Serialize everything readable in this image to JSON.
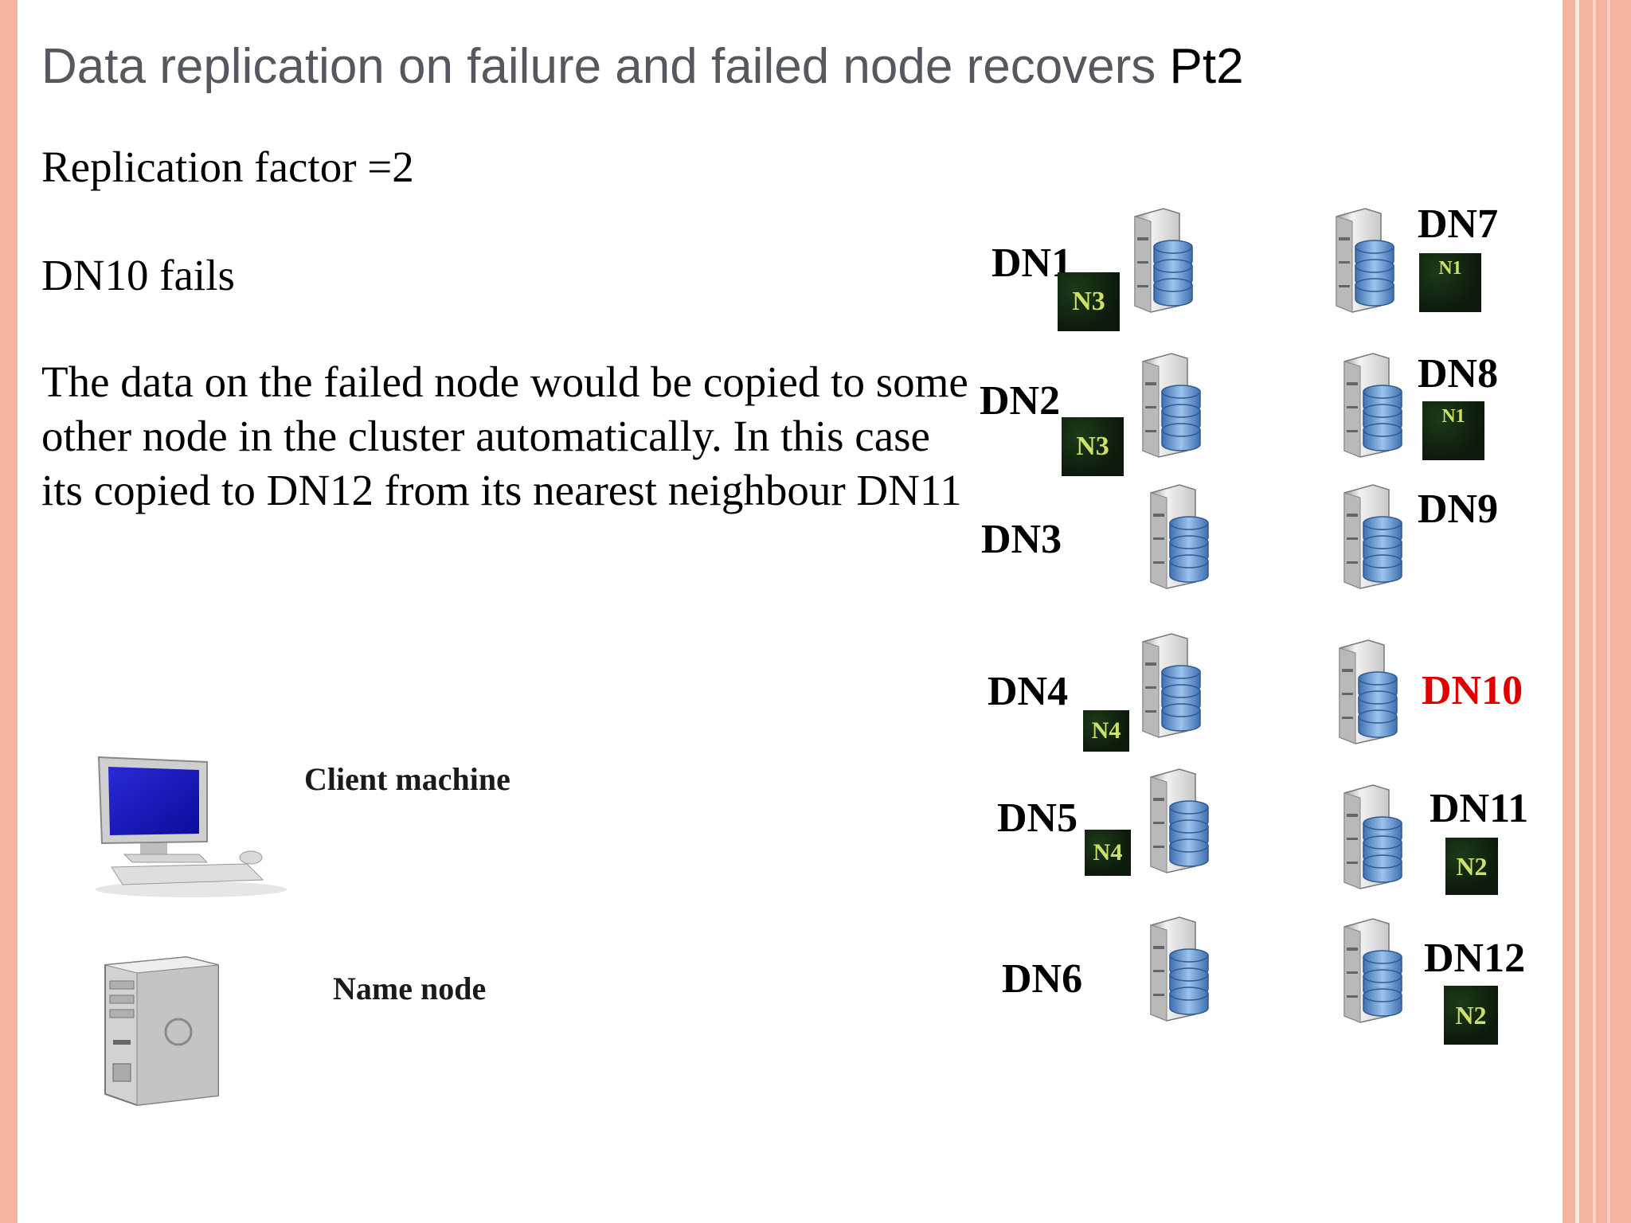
{
  "title": {
    "main": "Data replication on failure and failed node recovers ",
    "suffix": "Pt2"
  },
  "body": {
    "replication_factor": "Replication factor =2",
    "failure": "DN10 fails",
    "description": "The data on the failed node would be copied to some other node in the cluster automatically. In this case its copied to DN12 from its nearest neighbour DN11"
  },
  "left_figures": {
    "client_label": "Client machine",
    "namenode_label": "Name node"
  },
  "nodes": [
    {
      "label": "DN1",
      "block": "N3"
    },
    {
      "label": "DN2",
      "block": "N3"
    },
    {
      "label": "DN3",
      "block": ""
    },
    {
      "label": "DN4",
      "block": "N4"
    },
    {
      "label": "DN5",
      "block": "N4"
    },
    {
      "label": "DN6",
      "block": ""
    },
    {
      "label": "DN7",
      "block": "N1"
    },
    {
      "label": "DN8",
      "block": "N1"
    },
    {
      "label": "DN9",
      "block": ""
    },
    {
      "label": "DN10",
      "block": "",
      "failed": true
    },
    {
      "label": "DN11",
      "block": "N2"
    },
    {
      "label": "DN12",
      "block": "N2"
    }
  ],
  "colors": {
    "accent_border": "#f6b3a0",
    "failed_label": "#e00000",
    "title_gray": "#55595f"
  },
  "icons": [
    "server-database-icon",
    "desktop-computer-icon",
    "tower-server-icon"
  ]
}
